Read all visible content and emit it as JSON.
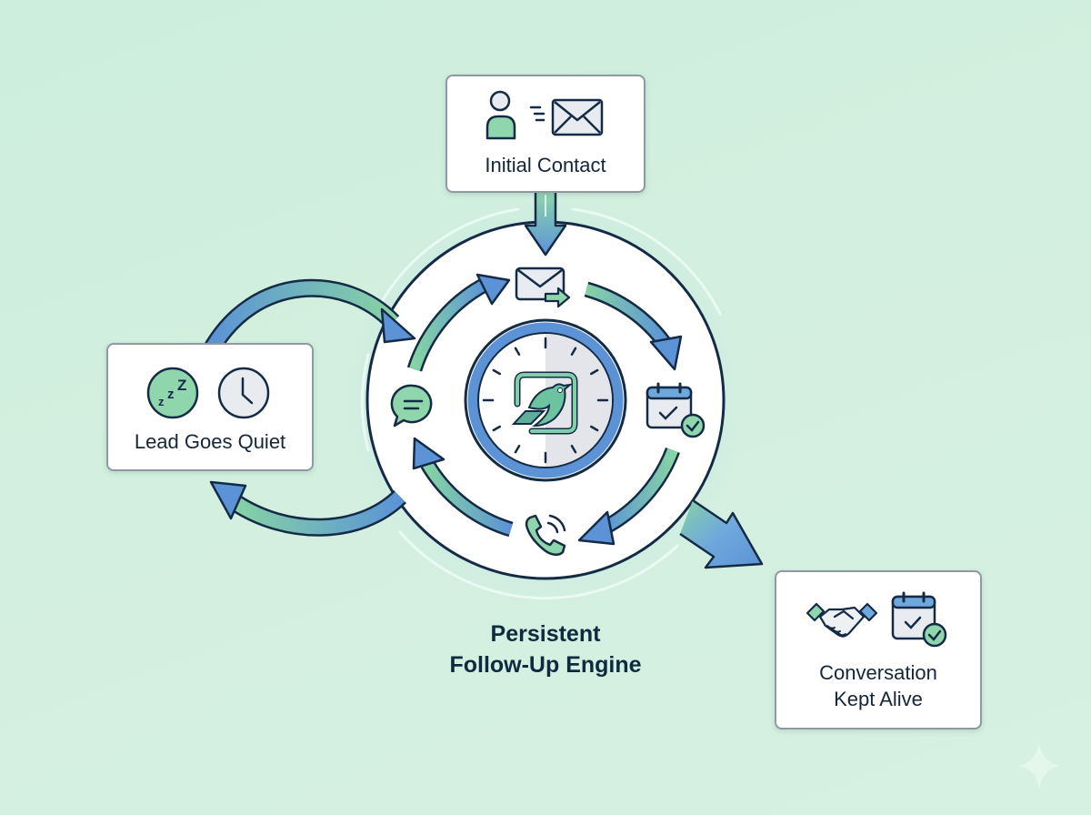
{
  "diagram": {
    "title_line1": "Persistent",
    "title_line2": "Follow-Up Engine",
    "nodes": {
      "initial_contact": {
        "label": "Initial Contact",
        "icons": [
          "person-icon",
          "sending-lines-icon",
          "envelope-icon"
        ]
      },
      "lead_goes_quiet": {
        "label": "Lead Goes Quiet",
        "icons": [
          "sleep-zzz-icon",
          "clock-icon"
        ]
      },
      "conversation_kept_alive": {
        "label_line1": "Conversation",
        "label_line2": "Kept Alive",
        "icons": [
          "handshake-icon",
          "calendar-check-icon"
        ]
      }
    },
    "cycle_steps": [
      {
        "name": "send-email",
        "icon": "email-send-icon"
      },
      {
        "name": "schedule-meeting",
        "icon": "calendar-check-icon"
      },
      {
        "name": "phone-call",
        "icon": "phone-call-icon"
      },
      {
        "name": "chat-message",
        "icon": "chat-bubble-icon"
      }
    ],
    "center": {
      "icon": "clock-with-bird-logo-icon"
    },
    "flows": [
      {
        "from": "Initial Contact",
        "to": "Persistent Follow-Up Engine"
      },
      {
        "from": "Persistent Follow-Up Engine",
        "to": "Lead Goes Quiet"
      },
      {
        "from": "Lead Goes Quiet",
        "to": "Persistent Follow-Up Engine"
      },
      {
        "from": "Persistent Follow-Up Engine",
        "to": "Conversation Kept Alive"
      }
    ],
    "colors": {
      "background": "#d0eedd",
      "primary_blue": "#5b93d6",
      "accent_green": "#7fcf9c",
      "outline": "#152b45",
      "card_border": "#8d9aa3"
    }
  }
}
